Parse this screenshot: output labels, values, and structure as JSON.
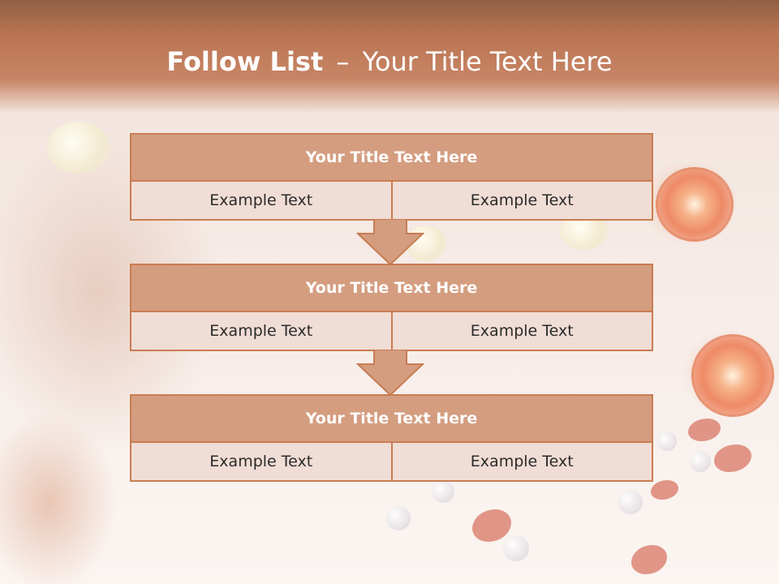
{
  "slide": {
    "title_bold": "Follow List",
    "title_separator": "–",
    "title_rest": "Your Title Text Here"
  },
  "steps": [
    {
      "title": "Your Title Text Here",
      "left": "Example Text",
      "right": "Example Text"
    },
    {
      "title": "Your Title Text Here",
      "left": "Example Text",
      "right": "Example Text"
    },
    {
      "title": "Your Title Text Here",
      "left": "Example Text",
      "right": "Example Text"
    }
  ],
  "colors": {
    "header": "#b97553",
    "block_head": "#d49d80",
    "block_border": "#c97c52",
    "cell": "#f0ddd5",
    "arrow_fill": "#d49d80"
  },
  "icons": [
    "down-arrow-icon"
  ]
}
